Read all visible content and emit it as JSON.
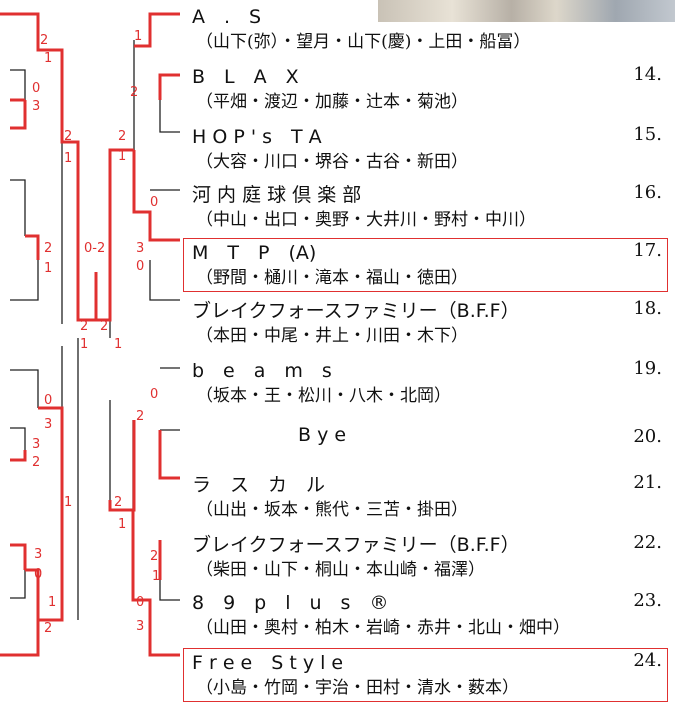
{
  "photo_label": "photo",
  "teams": [
    {
      "name": "A　.　S",
      "members": "（山下(弥）・望月・山下(慶)・上田・船冨）",
      "num": "",
      "highlight": false
    },
    {
      "name": "B　L　A　X",
      "members": "（平畑・渡辺・加藤・辻本・菊池）",
      "num": "14.",
      "highlight": false
    },
    {
      "name": "H O P ' s　T A",
      "members": "（大容・川口・堺谷・古谷・新田）",
      "num": "15.",
      "highlight": false
    },
    {
      "name": "河 内 庭 球 倶 楽 部",
      "members": "（中山・出口・奥野・大井川・野村・中川）",
      "num": "16.",
      "highlight": false
    },
    {
      "name": "M　T　P　(A)",
      "members": "（野間・樋川・滝本・福山・徳田）",
      "num": "17.",
      "highlight": true
    },
    {
      "name": "ブレイクフォースファミリー（B.F.F）",
      "members": "（本田・中尾・井上・川田・木下）",
      "num": "18.",
      "highlight": false
    },
    {
      "name": "b　e　a　m　s",
      "members": "（坂本・王・松川・八木・北岡）",
      "num": "19.",
      "highlight": false
    },
    {
      "name": "B y e",
      "members": "",
      "num": "20.",
      "highlight": false
    },
    {
      "name": "ラ　ス　カ　ル",
      "members": "（山出・坂本・熊代・三苫・掛田）",
      "num": "21.",
      "highlight": false
    },
    {
      "name": "ブレイクフォースファミリー（B.F.F）",
      "members": "（柴田・山下・桐山・本山崎・福澤）",
      "num": "22.",
      "highlight": false
    },
    {
      "name": "8　9　p　l　u　s　®",
      "members": "（山田・奥村・柏木・岩崎・赤井・北山・畑中）",
      "num": "23.",
      "highlight": false
    },
    {
      "name": "F r e e　S t y l e",
      "members": "（小島・竹岡・宇治・田村・清水・薮本）",
      "num": "24.",
      "highlight": true
    }
  ],
  "scores": [
    "2",
    "1",
    "0",
    "3",
    "2",
    "1",
    "2",
    "1",
    "2",
    "1",
    "0",
    "3",
    "0-2",
    "2",
    "2",
    "1",
    "1",
    "0",
    "3",
    "0",
    "3",
    "2",
    "1",
    "3",
    "0",
    "1",
    "2",
    "2",
    "1",
    "0",
    "2",
    "2",
    "1",
    "0",
    "3",
    "1",
    "2"
  ],
  "colors": {
    "winner_line": "#e03030",
    "loser_line": "#222222"
  }
}
